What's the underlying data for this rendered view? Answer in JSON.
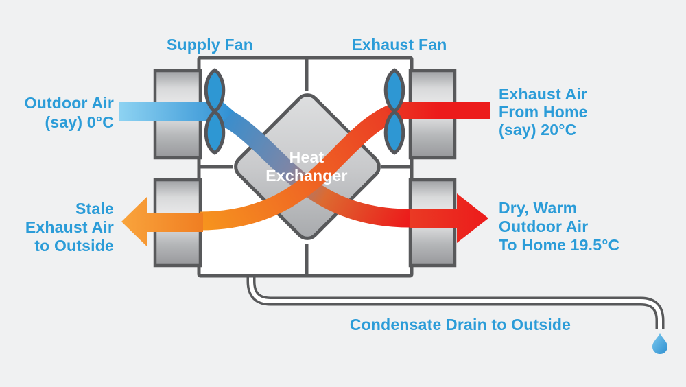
{
  "title": "Heat exchanger ventilation diagram",
  "colors": {
    "background": "#F0F1F2",
    "text_blue": "#2B9CD8",
    "white": "#FFFFFF",
    "outline_gray": "#58595B",
    "fan_blue": "#2E97D3",
    "blue_light": "#8ED3F2",
    "blue_deep": "#2F8FD3",
    "red": "#EC1B1B",
    "red_orange": "#EA3A24",
    "orange": "#F6941E",
    "orange_deep": "#F07E22",
    "orange_light": "#F9A43C",
    "droplet_light": "#7CC9EF",
    "droplet_blue": "#2E8FD0"
  },
  "labels": {
    "supply_fan": "Supply Fan",
    "exhaust_fan": "Exhaust Fan",
    "outdoor_air": {
      "line1": "Outdoor Air",
      "line2": "(say) 0°C"
    },
    "exhaust_from_home": {
      "line1": "Exhaust Air",
      "line2": "From Home",
      "line3": "(say) 20°C"
    },
    "stale_exhaust": {
      "line1": "Stale",
      "line2": "Exhaust Air",
      "line3": "to Outside"
    },
    "dry_warm": {
      "line1": "Dry, Warm",
      "line2": "Outdoor Air",
      "line3": "To Home 19.5°C"
    },
    "heat_exchanger": {
      "line1": "Heat",
      "line2": "Exchanger"
    },
    "condensate": "Condensate Drain to Outside"
  }
}
